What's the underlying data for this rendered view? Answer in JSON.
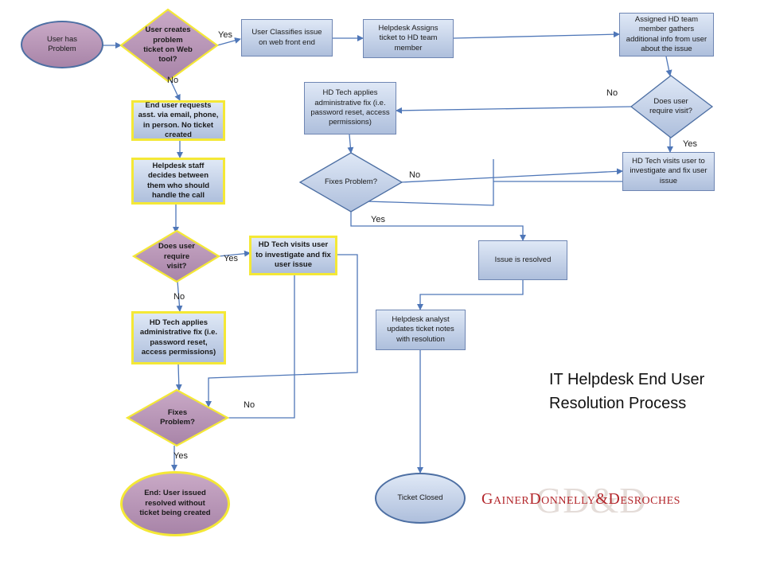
{
  "title": [
    "IT Helpdesk End User",
    "Resolution Process"
  ],
  "nodes": {
    "user_has_problem": "User has Problem",
    "user_creates_ticket": "User creates problem ticket on Web tool?",
    "user_classifies": "User Classifies issue on web front end",
    "helpdesk_assigns": "Helpdesk Assigns ticket to HD team member",
    "assigned_gathers": "Assigned HD team member gathers additional info from user about the issue",
    "does_visit_right": "Does user require visit?",
    "hd_tech_applies_right": "HD Tech applies administrative fix (i.e. password reset, access permissions)",
    "fixes_problem_right": "Fixes Problem?",
    "hd_tech_visits_right": "HD Tech visits user to investigate and fix user issue",
    "issue_resolved": "Issue is resolved",
    "analyst_updates": "Helpdesk analyst updates ticket notes with resolution",
    "ticket_closed": "Ticket Closed",
    "end_user_requests": "End user requests asst. via email, phone, in person. No ticket created",
    "staff_decides": "Helpdesk staff decides between them who should handle the call",
    "does_visit_left": "Does user require visit?",
    "hd_tech_visits_left": "HD Tech visits user to investigate and fix user issue",
    "hd_tech_applies_left": "HD Tech applies administrative fix (i.e. password reset, access permissions)",
    "fixes_problem_left": "Fixes Problem?",
    "end_resolved": "End: User issued resolved without ticket being created"
  },
  "edge_labels": {
    "yes": "Yes",
    "no": "No"
  },
  "logo": {
    "text": "GainerDonnelly&Desroches",
    "monogram": "GD&D"
  }
}
